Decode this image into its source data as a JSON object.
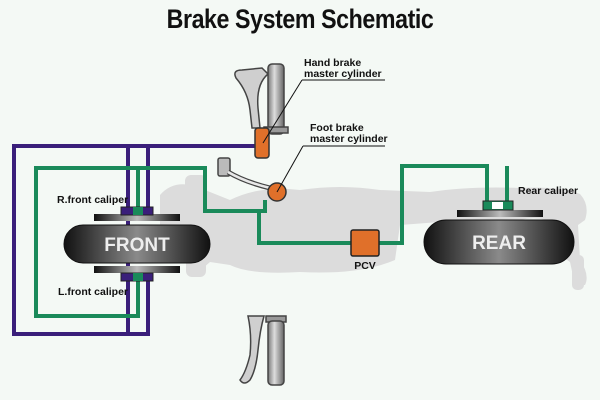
{
  "title": "Brake System Schematic",
  "labels": {
    "hand_brake_line1": "Hand brake",
    "hand_brake_line2": "master cylinder",
    "foot_brake_line1": "Foot brake",
    "foot_brake_line2": "master cylinder",
    "r_front_caliper": "R.front caliper",
    "l_front_caliper": "L.front caliper",
    "rear_caliper": "Rear caliper",
    "front_tire": "FRONT",
    "rear_tire": "REAR",
    "pcv": "PCV"
  },
  "colors": {
    "background": "#f4f9f5",
    "front_circuit_line": "#3a1f7a",
    "rear_circuit_line": "#1a8a5a",
    "cylinder_orange": "#e0702a",
    "bike_silhouette": "#dcdcdc",
    "tire_dark": "#1a1a1a"
  },
  "components": [
    {
      "id": "hand-brake-master-cylinder",
      "circuit": "front (purple)"
    },
    {
      "id": "foot-brake-master-cylinder",
      "circuit": "rear + front (green)"
    },
    {
      "id": "pcv",
      "name": "PCV",
      "circuit": "green"
    },
    {
      "id": "right-front-caliper"
    },
    {
      "id": "left-front-caliper"
    },
    {
      "id": "rear-caliper"
    }
  ]
}
